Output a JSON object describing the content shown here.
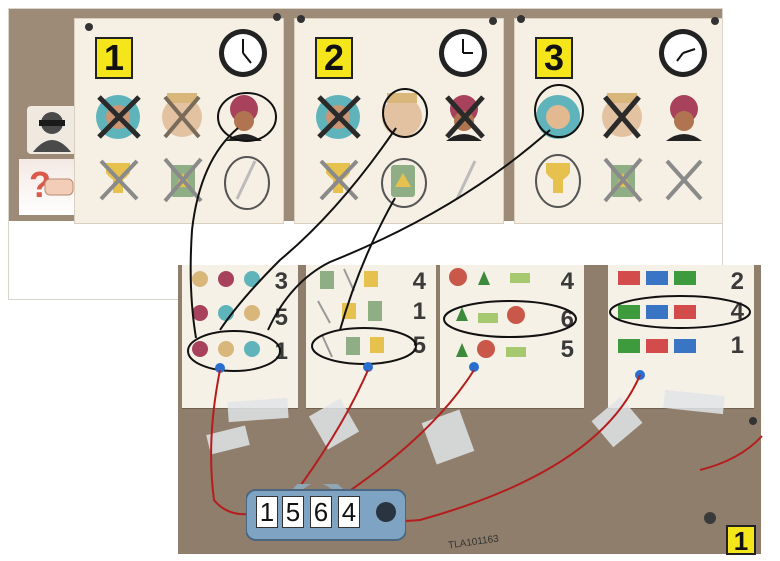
{
  "colors": {
    "cork_top": "#9d8b78",
    "cork_bottom": "#8f7e6c",
    "card": "#f6f0e4",
    "badge_yellow": "#f5e51b",
    "string_red": "#b51d1d",
    "ink": "#111111"
  },
  "time_cards": [
    {
      "number": "1",
      "clock_icon": "clock-icon",
      "suspects": [
        "teal-headscarf-woman",
        "bearded-man",
        "turban-man"
      ],
      "items": [
        "golden-trophy",
        "poison-bottle",
        "golf-club"
      ]
    },
    {
      "number": "2",
      "clock_icon": "clock-icon",
      "suspects": [
        "teal-headscarf-woman",
        "bearded-man",
        "turban-man"
      ],
      "items": [
        "golden-trophy",
        "poison-bottle",
        "golf-club"
      ]
    },
    {
      "number": "3",
      "clock_icon": "clock-icon",
      "suspects": [
        "teal-headscarf-woman",
        "bearded-man",
        "turban-man"
      ],
      "items": [
        "golden-trophy",
        "poison-bottle",
        "golf-club"
      ]
    }
  ],
  "side_icons": [
    "masked-suspect-icon",
    "question-fist-icon"
  ],
  "clue_cards": [
    {
      "icons": "suspects",
      "rows": [
        "3",
        "5",
        "1"
      ]
    },
    {
      "icons": "weapons",
      "rows": [
        "4",
        "1",
        "5"
      ]
    },
    {
      "icons": "locations",
      "rows": [
        "4",
        "6",
        "5"
      ]
    },
    {
      "icons": "golf-carts",
      "rows": [
        "2",
        "4",
        "1"
      ]
    }
  ],
  "lock": {
    "digits": [
      "1",
      "5",
      "6",
      "4"
    ]
  },
  "code_tag": "TLA101163",
  "corner_badge": "1"
}
